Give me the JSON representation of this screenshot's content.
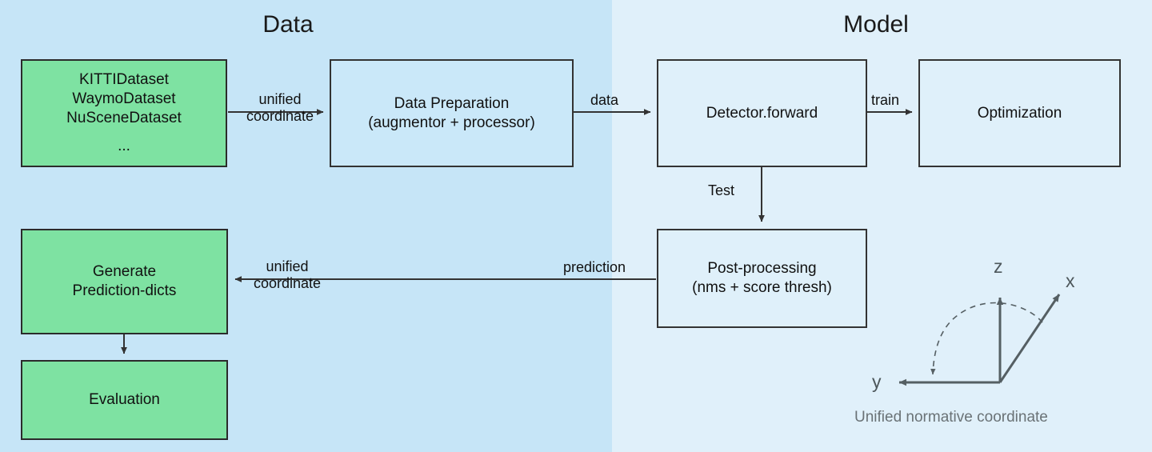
{
  "diagram": {
    "type": "flowchart",
    "sections": [
      {
        "id": "data",
        "title": "Data"
      },
      {
        "id": "model",
        "title": "Model"
      }
    ],
    "colors": {
      "panel_data_bg": "#c6e5f7",
      "panel_model_bg": "#e0f0fa",
      "node_green": "#7ee2a2",
      "node_blue": "#cae8f9",
      "node_blue_light": "#dff0fa",
      "border": "#333333",
      "text": "#111111",
      "axis": "#555f63",
      "caption": "#6a7276"
    },
    "nodes": {
      "datasets": {
        "label": "KITTIDataset\nWaymoDataset\nNuSceneDataset\n\n...",
        "line1": "KITTIDataset",
        "line2": "WaymoDataset",
        "line3": "NuSceneDataset",
        "line4": "..."
      },
      "data_preparation": {
        "line1": "Data Preparation",
        "line2": "(augmentor + processor)"
      },
      "detector_forward": {
        "label": "Detector.forward"
      },
      "optimization": {
        "label": "Optimization"
      },
      "post_processing": {
        "line1": "Post-processing",
        "line2": "(nms + score thresh)"
      },
      "generate_prediction_dicts": {
        "line1": "Generate",
        "line2": "Prediction-dicts"
      },
      "evaluation": {
        "label": "Evaluation"
      }
    },
    "edges": {
      "datasets_to_prep": {
        "line1": "unified",
        "line2": "coordinate"
      },
      "prep_to_detector": {
        "label": "data"
      },
      "detector_to_optimization": {
        "label": "train"
      },
      "detector_to_post": {
        "label": "Test"
      },
      "post_to_generate": {
        "label": "prediction",
        "line1": "unified",
        "line2": "coordinate"
      },
      "generate_to_evaluation": {
        "label": ""
      }
    },
    "coordinate_system": {
      "caption": "Unified normative coordinate",
      "axis_x": "x",
      "axis_y": "y",
      "axis_z": "z"
    }
  }
}
